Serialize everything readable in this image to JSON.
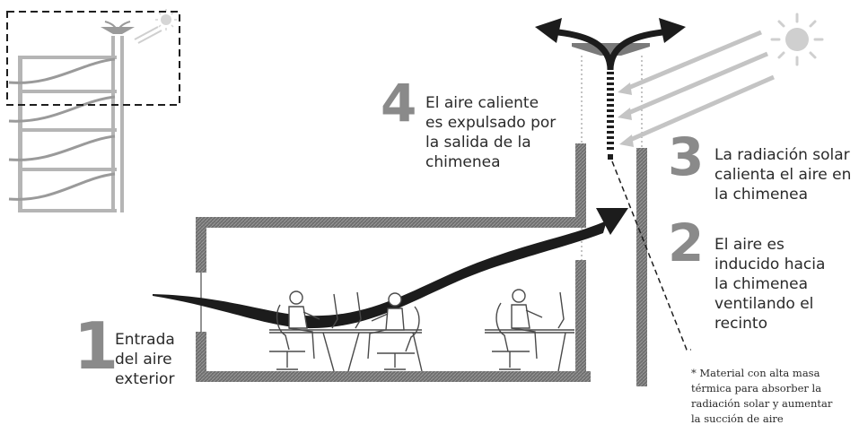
{
  "steps": [
    {
      "number": "1",
      "text": "Entrada\ndel aire\nexterior"
    },
    {
      "number": "2",
      "text": "El aire es\ninducido hacia\nla chimenea\nventilando el\nrecinto"
    },
    {
      "number": "3",
      "text": "La radiación solar\ncalienta el aire en\nla chimenea"
    },
    {
      "number": "4",
      "text": "El aire caliente\nes expulsado por\nla salida de la\nchimenea"
    }
  ],
  "footnote": "* Material con alta masa\ntérmica para absorber la\nradiación solar y aumentar\nla succión de aire",
  "icons": {
    "sun": "sun-icon",
    "person": "seated-worker-icon",
    "monitor": "desk-monitor-icon"
  },
  "colors": {
    "wall": "#6f6f6f",
    "wall_light": "#b9b9b9",
    "airflow": "#1c1c1c",
    "sun_rays": "#c4c4c4",
    "step_number": "#8a8a8a",
    "text": "#2a2a2a"
  }
}
